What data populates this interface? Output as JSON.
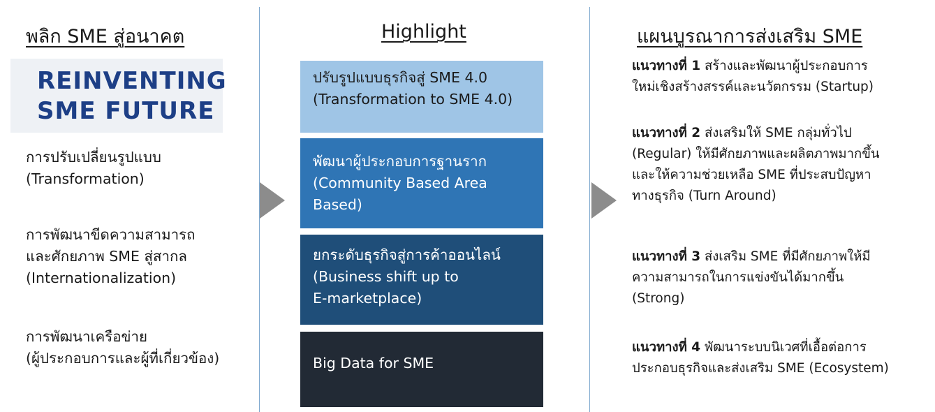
{
  "left": {
    "title": "พลิก SME สู่อนาคต",
    "logo": {
      "line1": "REINVENTING",
      "line2": "SME FUTURE"
    },
    "items": [
      {
        "lines": [
          "การปรับเปลี่ยนรูปแบบ",
          "(Transformation)"
        ]
      },
      {
        "lines": [
          "การพัฒนาขีดความสามารถ",
          "และศักยภาพ SME สู่สากล",
          "(Internationalization)"
        ]
      },
      {
        "lines": [
          "การพัฒนาเครือข่าย",
          "(ผู้ประกอบการและผู้ที่เกี่ยวข้อง)"
        ]
      }
    ]
  },
  "middle": {
    "title": "Highlight",
    "boxes": [
      {
        "lines": [
          "ปรับรูปแบบธุรกิจสู่ SME 4.0",
          "(Transformation to SME 4.0)"
        ],
        "color": "#9fc5e6"
      },
      {
        "lines": [
          "พัฒนาผู้ประกอบการฐานราก",
          "(Community Based Area",
          "Based)"
        ],
        "color": "#2f75b5"
      },
      {
        "lines": [
          "ยกระดับธุรกิจสู่การค้าออนไลน์",
          "(Business shift up to",
          "E-marketplace)"
        ],
        "color": "#1f4e79"
      },
      {
        "lines": [
          "Big Data for SME"
        ],
        "color": "#222a35"
      }
    ]
  },
  "right": {
    "title": "แผนบูรณาการส่งเสริม SME",
    "items": [
      {
        "label": "แนวทางที่ 1",
        "lines": [
          "สร้างและพัฒนาผู้ประกอบการ",
          "ใหม่เชิงสร้างสรรค์และนวัตกรรม (Startup)"
        ]
      },
      {
        "label": "แนวทางที่ 2",
        "lines": [
          "ส่งเสริมให้ SME กลุ่มทั่วไป",
          "(Regular) ให้มีศักยภาพและผลิตภาพมากขึ้น",
          "และให้ความช่วยเหลือ SME ที่ประสบปัญหา",
          "ทางธุรกิจ (Turn Around)"
        ]
      },
      {
        "label": "แนวทางที่ 3",
        "lines": [
          "ส่งเสริม SME ที่มีศักยภาพให้มี",
          "ความสามารถในการแข่งขันได้มากขึ้น",
          "(Strong)"
        ]
      },
      {
        "label": "แนวทางที่ 4",
        "lines": [
          "พัฒนาระบบนิเวศที่เอื้อต่อการ",
          "ประกอบธุรกิจและส่งเสริม SME (Ecosystem)"
        ]
      }
    ]
  },
  "colors": {
    "divider": "#7fa9cf",
    "arrow": "#8c8c8c",
    "logo_text": "#1d3f86",
    "logo_bg": "#eef1f5"
  },
  "icons": [
    "arrow-right-icon",
    "arrow-right-icon"
  ]
}
